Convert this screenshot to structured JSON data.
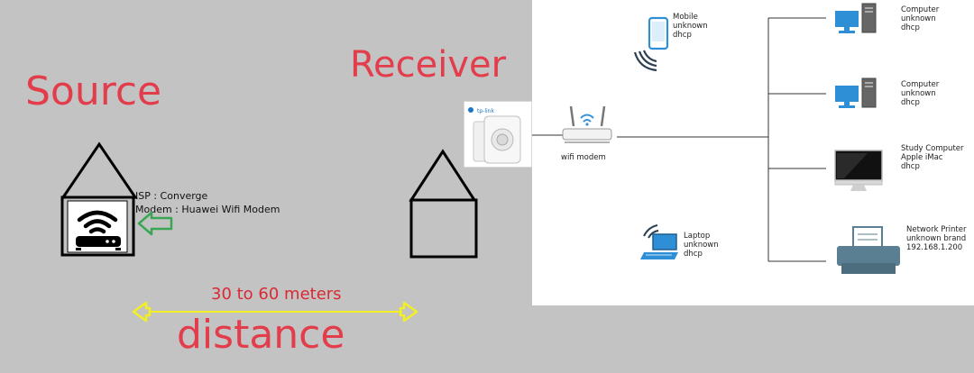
{
  "left": {
    "source_title": "Source",
    "receiver_title": "Receiver",
    "isp_line": "ISP : Converge",
    "modem_line": "Modem : Huawei Wifi Modem",
    "distance_value": "30 to 60 meters",
    "distance_title": "distance"
  },
  "network": {
    "router_label": "wifi modem",
    "cpe_brand": "tp-link",
    "devices": {
      "mobile": [
        "Mobile",
        "unknown",
        "dhcp"
      ],
      "computer1": [
        "Computer",
        "unknown",
        "dhcp"
      ],
      "computer2": [
        "Computer",
        "unknown",
        "dhcp"
      ],
      "imac": [
        "Study Computer",
        "Apple iMac",
        "dhcp"
      ],
      "laptop": [
        "Laptop",
        "unknown",
        "dhcp"
      ],
      "printer": [
        "Network Printer",
        "unknown brand",
        "192.168.1.200"
      ]
    }
  },
  "colors": {
    "label_red": "#e33c4b",
    "arrow_yellow": "#f2ef22",
    "arrow_green": "#3aa655",
    "device_blue": "#2f8fd6",
    "printer_slate": "#5a7f92"
  },
  "icons": [
    "wifi-router-icon",
    "arrow-left-icon",
    "double-arrow-icon",
    "phone-wifi-icon",
    "desktop-pc-icon",
    "imac-icon",
    "laptop-wifi-icon",
    "printer-icon",
    "cpe-antenna-icon"
  ]
}
